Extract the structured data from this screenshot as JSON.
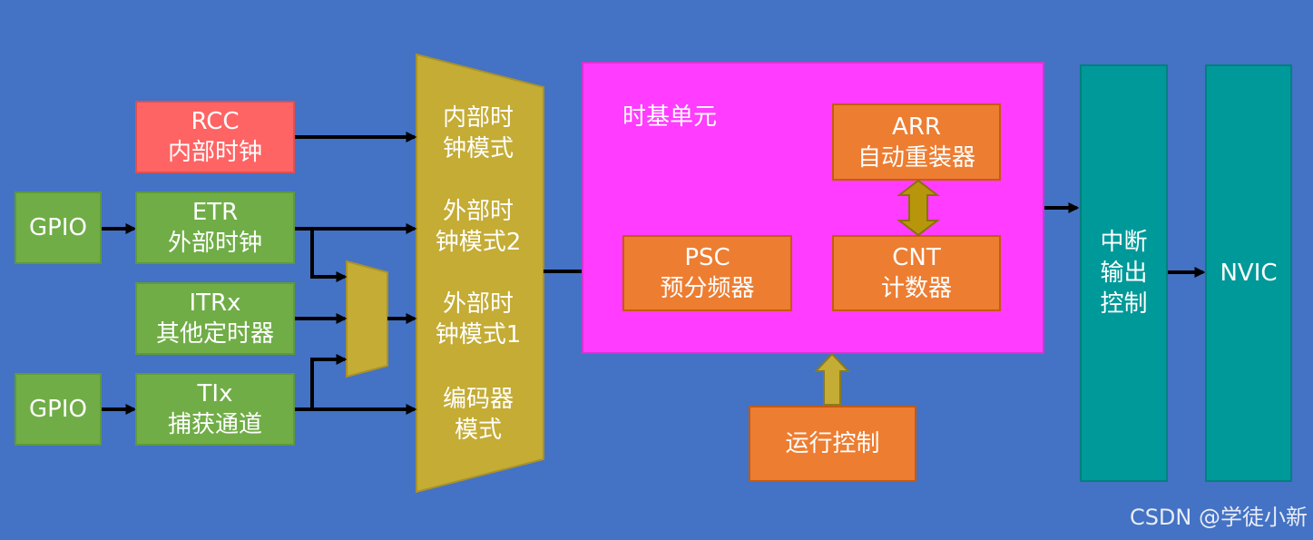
{
  "diagram": {
    "rcc": [
      "RCC",
      "内部时钟"
    ],
    "gpio1": "GPIO",
    "etr": [
      "ETR",
      "外部时钟"
    ],
    "itrx": [
      "ITRx",
      "其他定时器"
    ],
    "gpio2": "GPIO",
    "tix": [
      "TIx",
      "捕获通道"
    ],
    "mux_modes": [
      [
        "内部时",
        "钟模式"
      ],
      [
        "外部时",
        "钟模式2"
      ],
      [
        "外部时",
        "钟模式1"
      ],
      [
        "编码器",
        "模式"
      ]
    ],
    "timebase_title": "时基单元",
    "arr": [
      "ARR",
      "自动重装器"
    ],
    "psc": [
      "PSC",
      "预分频器"
    ],
    "cnt": [
      "CNT",
      "计数器"
    ],
    "run_control": "运行控制",
    "interrupt": [
      "中断",
      "输出",
      "控制"
    ],
    "nvic": "NVIC",
    "watermark": "CSDN @学徒小新"
  },
  "colors": {
    "background": "#4472c4",
    "green": "#70ad47",
    "red": "#ff6464",
    "orange": "#ed7d31",
    "gold": "#c4ac35",
    "magenta": "#ff3cff",
    "teal": "#009999",
    "arrow": "#000000"
  }
}
